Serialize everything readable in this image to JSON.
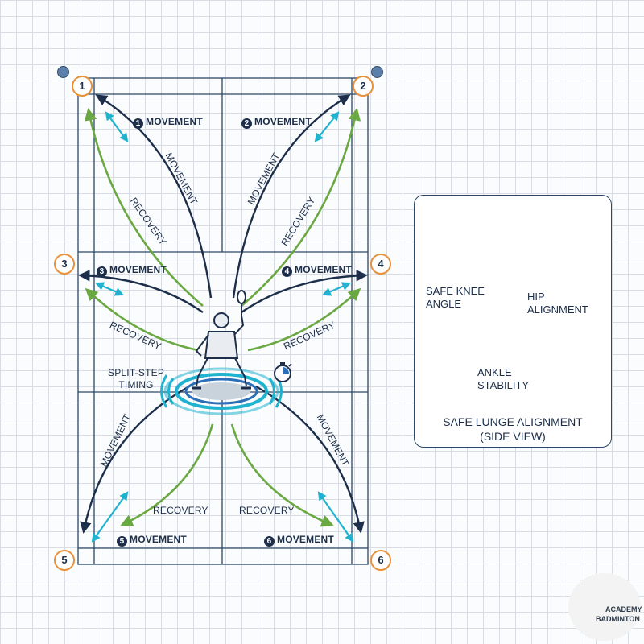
{
  "court": {
    "corners": [
      "1",
      "2",
      "3",
      "4",
      "5",
      "6"
    ]
  },
  "labels": {
    "movement": "MOVEMENT",
    "recovery": "RECOVERY",
    "split_step": [
      "SPLIT-STEP",
      "TIMING"
    ]
  },
  "numbers": [
    "1",
    "2",
    "3",
    "4",
    "5",
    "6"
  ],
  "panel": {
    "knee": [
      "SAFE KNEE",
      "ANGLE"
    ],
    "hip": [
      "HIP",
      "ALIGNMENT"
    ],
    "ankle": [
      "ANKLE",
      "STABILITY"
    ],
    "title": [
      "SAFE LUNGE ALIGNMENT",
      "(SIDE VIEW)"
    ]
  },
  "logo": {
    "line1": "ACADEMY",
    "line2": "BADMINTON"
  },
  "colors": {
    "navy": "#1c2e4a",
    "green": "#6aa842",
    "cyan": "#1fb3cf",
    "orange": "#e8913a",
    "court_line": "#2d4766"
  },
  "icons": [
    "globe-icon",
    "stopwatch-icon",
    "check-icon",
    "rotate-arrow-icon",
    "shuttle-logo-icon"
  ]
}
